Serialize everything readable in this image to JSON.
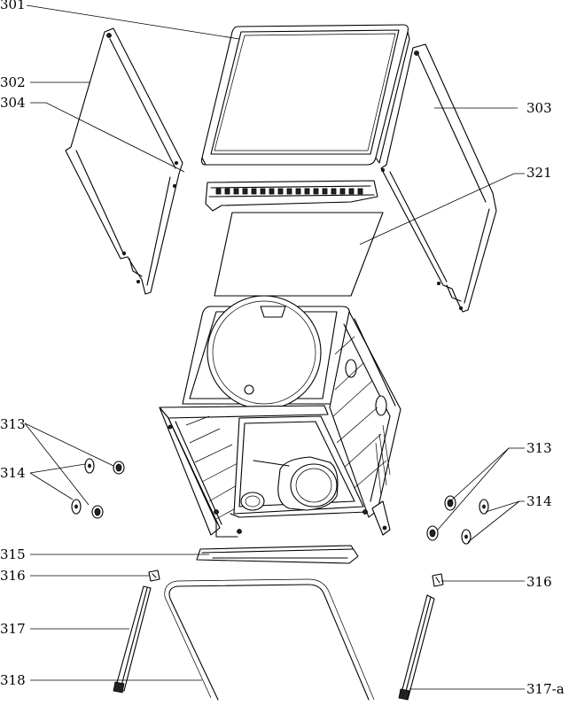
{
  "labels": {
    "p301": "301",
    "p302": "302",
    "p303": "303",
    "p304": "304",
    "p313_left": "313",
    "p313_right": "313",
    "p314_left": "314",
    "p314_right": "314",
    "p315": "315",
    "p316_left": "316",
    "p316_right": "316",
    "p317": "317",
    "p317a": "317-a",
    "p318": "318",
    "p321": "321"
  }
}
